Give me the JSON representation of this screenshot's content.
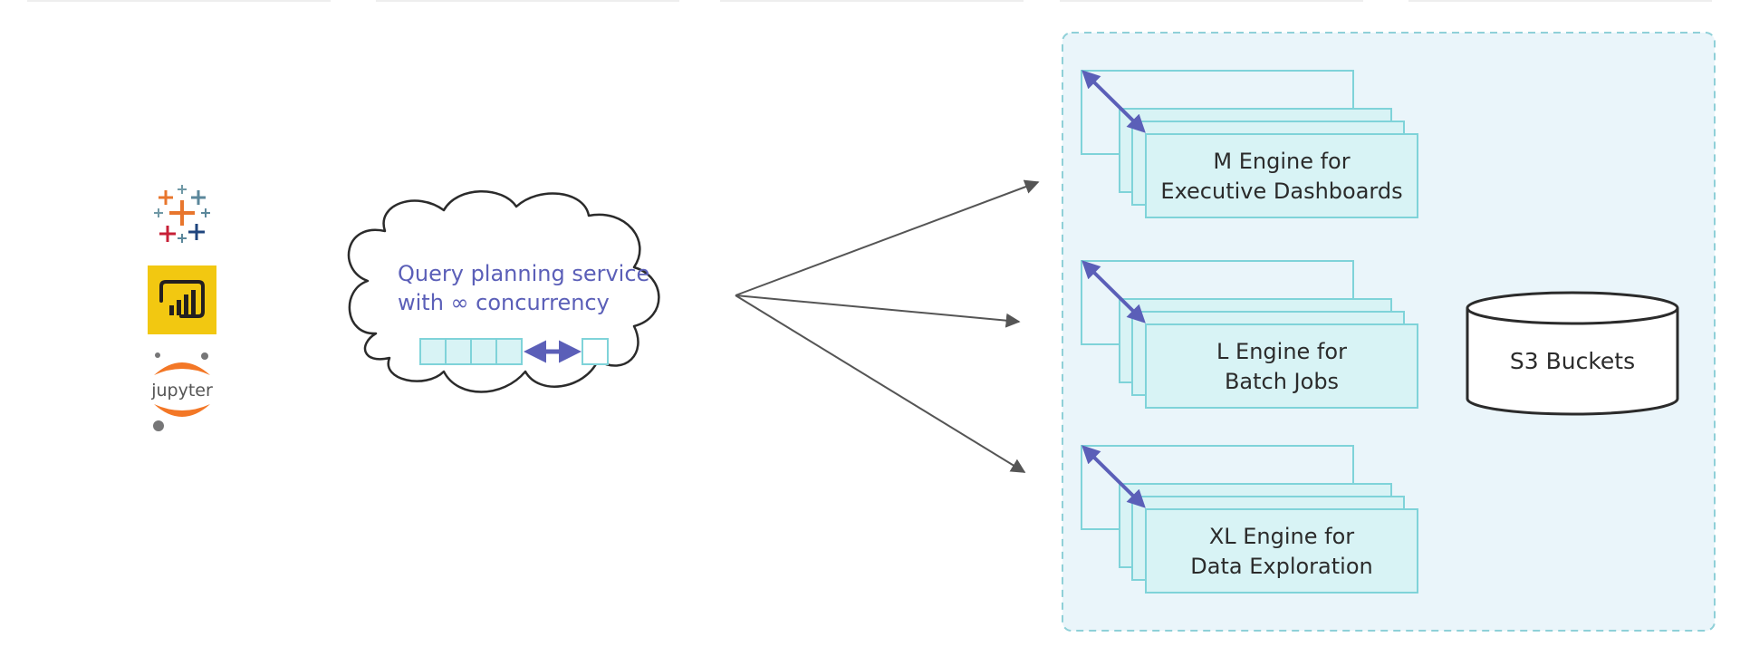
{
  "clients": [
    {
      "name": "Tableau",
      "icon": "tableau-logo-icon"
    },
    {
      "name": "Power BI",
      "icon": "powerbi-logo-icon"
    },
    {
      "name": "Jupyter",
      "icon": "jupyter-logo-icon",
      "logo_text": "jupyter"
    }
  ],
  "query_service": {
    "line1": "Query planning service",
    "line2": "with ∞ concurrency"
  },
  "engines": [
    {
      "id": "m",
      "line1": "M Engine for",
      "line2": "Executive Dashboards"
    },
    {
      "id": "l",
      "line1": "L Engine for",
      "line2": "Batch Jobs"
    },
    {
      "id": "xl",
      "line1": "XL Engine for",
      "line2": "Data Exploration"
    }
  ],
  "storage": {
    "label": "S3 Buckets"
  },
  "colors": {
    "accent": "#5b5fb8",
    "engine_fill": "#d8f3f5",
    "engine_stroke": "#7fd3d9",
    "region_fill": "#eaf5fa",
    "region_stroke": "#8fd0d8",
    "tableau_orange": "#e8762d",
    "tableau_red": "#c72037",
    "tableau_blue": "#1f457e",
    "tableau_teal": "#5b879b",
    "tableau_light": "#7099a6",
    "powerbi_yellow": "#f2c811",
    "jupyter_orange": "#f37726"
  }
}
